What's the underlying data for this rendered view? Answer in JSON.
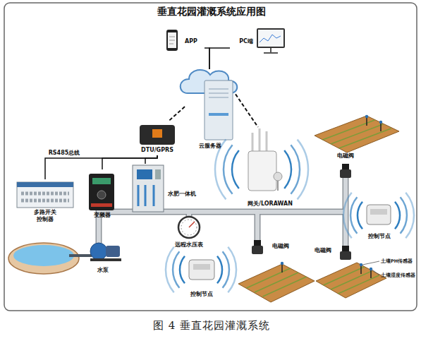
{
  "diagram": {
    "title": "垂直花园灌溉系统应用图",
    "caption": "图 4 垂直花园灌溉系统",
    "nodes": [
      {
        "text": [
          "APP"
        ]
      },
      {
        "text": [
          "PC端"
        ]
      },
      {
        "text": [
          "云服务器"
        ]
      },
      {
        "text": [
          "DTU/GPRS"
        ]
      },
      {
        "text": [
          "多路开关控制器"
        ]
      },
      {
        "text": [
          "变频器"
        ]
      },
      {
        "text": [
          "水肥一体机"
        ]
      },
      {
        "text": [
          "远程水压表"
        ]
      },
      {
        "text": [
          "水泵"
        ]
      },
      {
        "text": [
          "网关/LORAWAN"
        ]
      },
      {
        "text": [
          "电磁阀"
        ]
      },
      {
        "text": [
          "控制节点"
        ]
      },
      {
        "text": [
          "电磁阀"
        ]
      },
      {
        "text": [
          "电磁阀"
        ]
      },
      {
        "text": [
          "控制节点"
        ]
      }
    ],
    "edges": [
      {
        "from": 0,
        "to": 2,
        "arrow": "none"
      },
      {
        "from": 1,
        "to": 2,
        "arrow": "none"
      },
      {
        "from": 2,
        "to": 3,
        "arrow": "none"
      },
      {
        "from": 2,
        "to": 9,
        "arrow": "none"
      },
      {
        "from": 3,
        "to": 4,
        "label": "RS485总线",
        "arrow": "none"
      },
      {
        "from": 3,
        "to": 5,
        "arrow": "none"
      },
      {
        "from": 3,
        "to": 6,
        "arrow": "none"
      }
    ],
    "labels": [
      "土壤PH传感器",
      "土壤湿度传感器"
    ]
  }
}
